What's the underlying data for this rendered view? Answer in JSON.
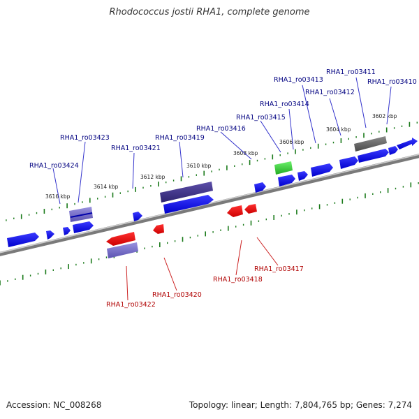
{
  "title": "Rhodococcus jostii RHA1, complete genome",
  "footer": {
    "accession": "Accession: NC_008268",
    "summary": "Topology: linear; Length: 7,804,765 bp; Genes: 7,274"
  },
  "colors": {
    "forward_gene": "#0000ee",
    "reverse_gene": "#ee0000",
    "forward_label": "#000080",
    "reverse_label": "#b00000",
    "highlight": "#2fbf2f",
    "track": "#555555",
    "ticks": "#1a7a1a"
  },
  "scale_labels": [
    "3602 kbp",
    "3604 kbp",
    "3606 kbp",
    "3608 kbp",
    "3610 kbp",
    "3612 kbp",
    "3614 kbp",
    "3616 kbp"
  ],
  "forward_labels": [
    "RHA1_ro03411",
    "RHA1_ro03413",
    "RHA1_ro03410",
    "RHA1_ro03412",
    "RHA1_ro03414",
    "RHA1_ro03415",
    "RHA1_ro03416",
    "RHA1_ro03423",
    "RHA1_ro03419",
    "RHA1_ro03421",
    "RHA1_ro03424"
  ],
  "reverse_labels": [
    "RHA1_ro03417",
    "RHA1_ro03418",
    "RHA1_ro03420",
    "RHA1_ro03422"
  ]
}
